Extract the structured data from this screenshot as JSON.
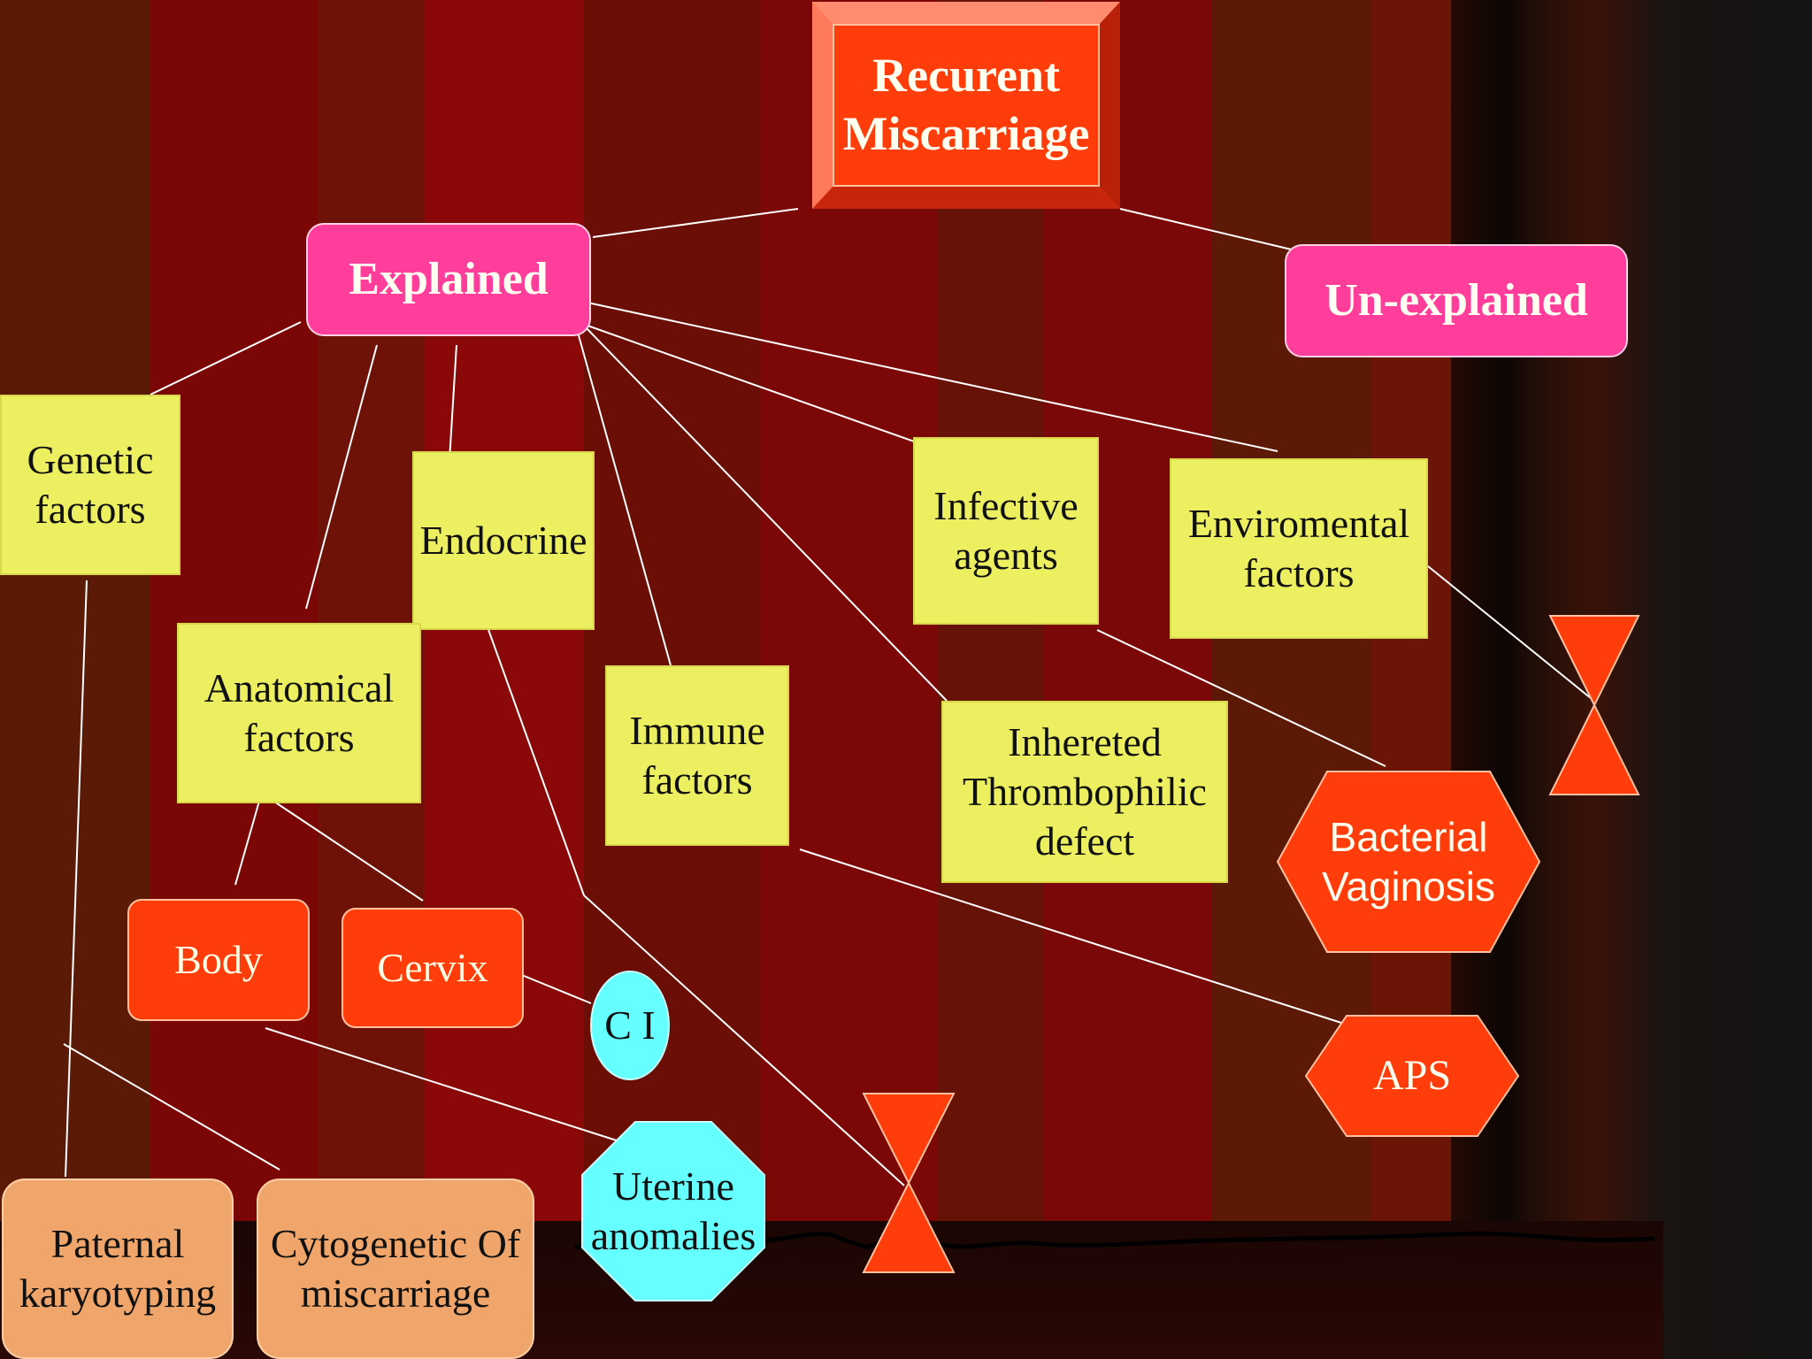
{
  "title": "Recurent Miscarriage",
  "branches": {
    "explained": "Explained",
    "unexplained": "Un-explained"
  },
  "factors": {
    "genetic": "Genetic factors",
    "endocrine": "Endocrine",
    "anatomical": "Anatomical factors",
    "immune": "Immune factors",
    "infective": "Infective agents",
    "environmental": "Enviromental factors",
    "thrombophilic": "Inhereted Thrombophilic defect"
  },
  "subitems": {
    "body": "Body",
    "cervix": "Cervix",
    "ci": "C I",
    "uterine": "Uterine anomalies",
    "bv": "Bacterial Vaginosis",
    "aps": "APS",
    "paternal": "Paternal karyotyping",
    "cytogenetic": "Cytogenetic Of miscarriage"
  },
  "colors": {
    "yellow": "#ecef5f",
    "red": "#ff3d0a",
    "pink": "#ff3d9a",
    "cyan": "#66ffff",
    "orange": "#f0a66a"
  }
}
